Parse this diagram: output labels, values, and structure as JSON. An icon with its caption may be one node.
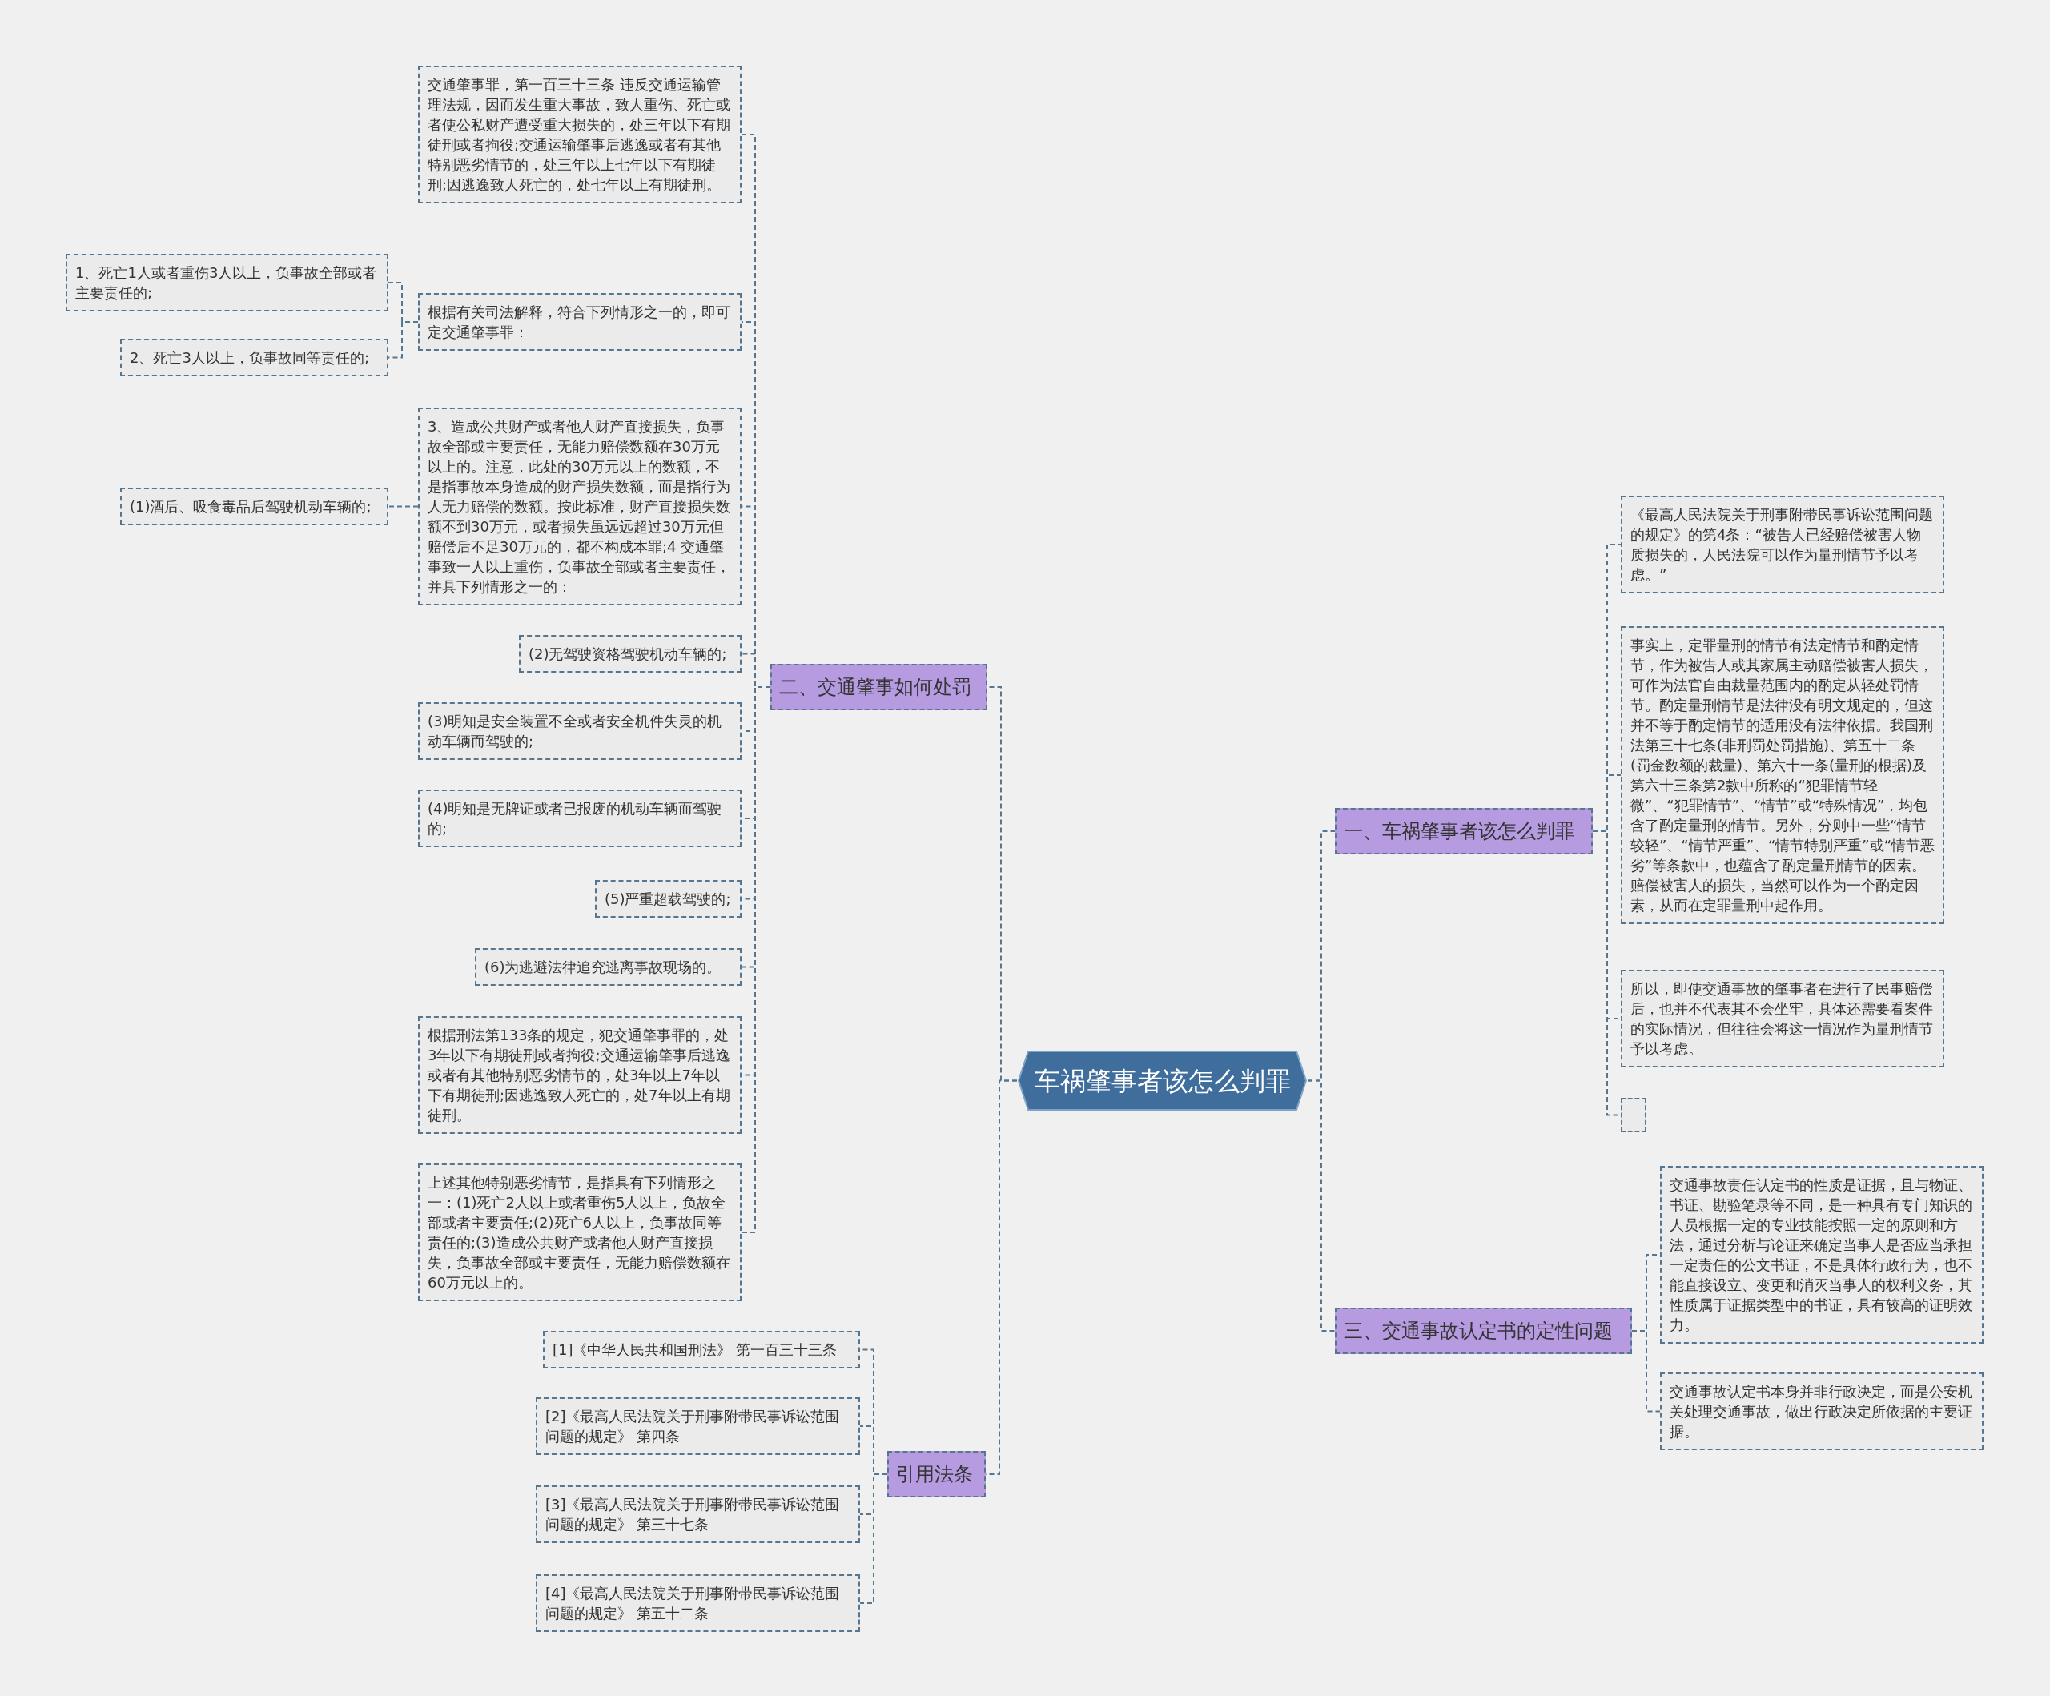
{
  "diagram": {
    "nodes": [
      {
        "text": [
          "车祸肇事者该怎么判罪"
        ]
      },
      {
        "text": [
          "二、交通肇事如何处罚"
        ]
      },
      {
        "text": [
          "交通肇事罪，第一百三十三条 违反交通运输管理法规，因而发生重大事故，致人重伤、死亡或者使公私财产遭受重大损失的，处三年以下有期徒刑或者拘役;交通运输肇事后逃逸或者有其他特别恶劣情节的，处三年以上七年以下有期徒刑;因逃逸致人死亡的，处七年以上有期徒刑。"
        ]
      },
      {
        "text": [
          "根据有关司法解释，符合下列情形之一的，即可定交通肇事罪："
        ]
      },
      {
        "text": [
          "1、死亡1人或者重伤3人以上，负事故全部或者主要责任的;"
        ]
      },
      {
        "text": [
          "2、死亡3人以上，负事故同等责任的;"
        ]
      },
      {
        "text": [
          "3、造成公共财产或者他人财产直接损失，负事故全部或主要责任，无能力赔偿数额在30万元以上的。注意，此处的30万元以上的数额，不是指事故本身造成的财产损失数额，而是指行为人无力赔偿的数额。按此标准，财产直接损失数额不到30万元，或者损失虽远远超过30万元但赔偿后不足30万元的，都不构成本罪;4 交通肇事致一人以上重伤，负事故全部或者主要责任，并具下列情形之一的："
        ]
      },
      {
        "text": [
          "(1)酒后、吸食毒品后驾驶机动车辆的;"
        ]
      },
      {
        "text": [
          "(2)无驾驶资格驾驶机动车辆的;"
        ]
      },
      {
        "text": [
          "(3)明知是安全装置不全或者安全机件失灵的机动车辆而驾驶的;"
        ]
      },
      {
        "text": [
          "(4)明知是无牌证或者已报废的机动车辆而驾驶的;"
        ]
      },
      {
        "text": [
          "(5)严重超载驾驶的;"
        ]
      },
      {
        "text": [
          "(6)为逃避法律追究逃离事故现场的。"
        ]
      },
      {
        "text": [
          "根据刑法第133条的规定，犯交通肇事罪的，处3年以下有期徒刑或者拘役;交通运输肇事后逃逸或者有其他特别恶劣情节的，处3年以上7年以下有期徒刑;因逃逸致人死亡的，处7年以上有期徒刑。"
        ]
      },
      {
        "text": [
          "上述其他特别恶劣情节，是指具有下列情形之一：(1)死亡2人以上或者重伤5人以上，负故全部或者主要责任;(2)死亡6人以上，负事故同等责任的;(3)造成公共财产或者他人财产直接损失，负事故全部或主要责任，无能力赔偿数额在60万元以上的。"
        ]
      },
      {
        "text": [
          "引用法条"
        ]
      },
      {
        "text": [
          "[1]《中华人民共和国刑法》 第一百三十三条"
        ]
      },
      {
        "text": [
          "[2]《最高人民法院关于刑事附带民事诉讼范围问题的规定》 第四条"
        ]
      },
      {
        "text": [
          "[3]《最高人民法院关于刑事附带民事诉讼范围问题的规定》 第三十七条"
        ]
      },
      {
        "text": [
          "[4]《最高人民法院关于刑事附带民事诉讼范围问题的规定》 第五十二条"
        ]
      },
      {
        "text": [
          "一、车祸肇事者该怎么判罪"
        ]
      },
      {
        "text": [
          "《最高人民法院关于刑事附带民事诉讼范围问题的规定》的第4条：“被告人已经赔偿被害人物质损失的，人民法院可以作为量刑情节予以考虑。”"
        ]
      },
      {
        "text": [
          "事实上，定罪量刑的情节有法定情节和酌定情节，作为被告人或其家属主动赔偿被害人损失，可作为法官自由裁量范围内的酌定从轻处罚情节。酌定量刑情节是法律没有明文规定的，但这并不等于酌定情节的适用没有法律依据。我国刑法第三十七条(非刑罚处罚措施)、第五十二条(罚金数额的裁量)、第六十一条(量刑的根据)及第六十三条第2款中所称的“犯罪情节轻微”、“犯罪情节”、“情节”或“特殊情况”，均包含了酌定量刑的情节。另外，分则中一些“情节较轻”、“情节严重”、“情节特别严重”或“情节恶劣”等条款中，也蕴含了酌定量刑情节的因素。赔偿被害人的损失，当然可以作为一个酌定因素，从而在定罪量刑中起作用。"
        ]
      },
      {
        "text": [
          "所以，即使交通事故的肇事者在进行了民事赔偿后，也并不代表其不会坐牢，具体还需要看案件的实际情况，但往往会将这一情况作为量刑情节予以考虑。"
        ]
      },
      {
        "text": [],
        "shape": "box"
      },
      {
        "text": [
          "三、交通事故认定书的定性问题"
        ]
      },
      {
        "text": [
          "交通事故责任认定书的性质是证据，且与物证、书证、勘验笔录等不同，是一种具有专门知识的人员根据一定的专业技能按照一定的原则和方法，通过分析与论证来确定当事人是否应当承担一定责任的公文书证，不是具体行政行为，也不能直接设立、变更和消灭当事人的权利义务，其性质属于证据类型中的书证，具有较高的证明效力。"
        ]
      },
      {
        "text": [
          "交通事故认定书本身并非行政决定，而是公安机关处理交通事故，做出行政决定所依据的主要证据。"
        ]
      }
    ],
    "edges": [
      {
        "from": 0,
        "to": 1,
        "arrow": "none"
      },
      {
        "from": 0,
        "to": 15,
        "arrow": "none"
      },
      {
        "from": 0,
        "to": 20,
        "arrow": "none"
      },
      {
        "from": 0,
        "to": 25,
        "arrow": "none"
      },
      {
        "from": 1,
        "to": 2,
        "arrow": "none"
      },
      {
        "from": 1,
        "to": 3,
        "arrow": "none"
      },
      {
        "from": 1,
        "to": 6,
        "arrow": "none"
      },
      {
        "from": 1,
        "to": 8,
        "arrow": "none"
      },
      {
        "from": 1,
        "to": 9,
        "arrow": "none"
      },
      {
        "from": 1,
        "to": 10,
        "arrow": "none"
      },
      {
        "from": 1,
        "to": 11,
        "arrow": "none"
      },
      {
        "from": 1,
        "to": 12,
        "arrow": "none"
      },
      {
        "from": 1,
        "to": 13,
        "arrow": "none"
      },
      {
        "from": 1,
        "to": 14,
        "arrow": "none"
      },
      {
        "from": 3,
        "to": 4,
        "arrow": "none"
      },
      {
        "from": 3,
        "to": 5,
        "arrow": "none"
      },
      {
        "from": 6,
        "to": 7,
        "arrow": "none"
      },
      {
        "from": 15,
        "to": 16,
        "arrow": "none"
      },
      {
        "from": 15,
        "to": 17,
        "arrow": "none"
      },
      {
        "from": 15,
        "to": 18,
        "arrow": "none"
      },
      {
        "from": 15,
        "to": 19,
        "arrow": "none"
      },
      {
        "from": 20,
        "to": 21,
        "arrow": "none"
      },
      {
        "from": 20,
        "to": 22,
        "arrow": "none"
      },
      {
        "from": 20,
        "to": 23,
        "arrow": "none"
      },
      {
        "from": 20,
        "to": 24,
        "arrow": "none"
      },
      {
        "from": 25,
        "to": 26,
        "arrow": "none"
      },
      {
        "from": 25,
        "to": 27,
        "arrow": "none"
      }
    ]
  }
}
